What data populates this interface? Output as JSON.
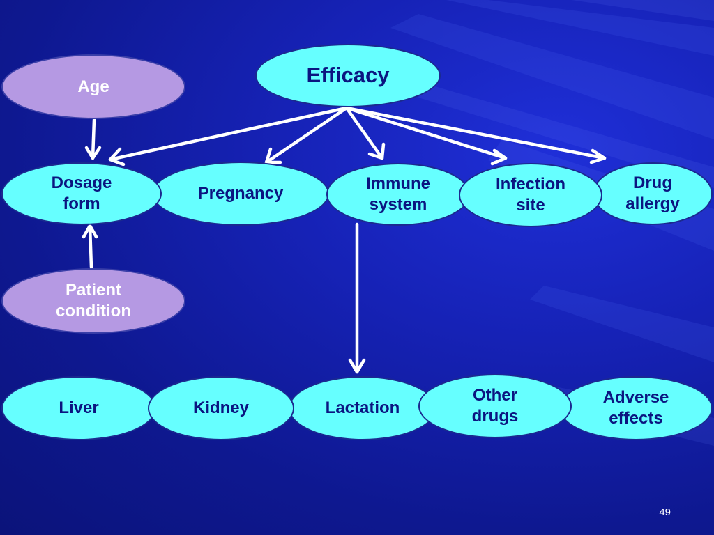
{
  "nodes": {
    "efficacy": "Efficacy",
    "age": "Age",
    "dosage_form": "Dosage\nform",
    "pregnancy": "Pregnancy",
    "immune_system": "Immune\nsystem",
    "infection_site": "Infection\nsite",
    "drug_allergy": "Drug\nallergy",
    "patient_condition": "Patient\ncondition",
    "liver": "Liver",
    "kidney": "Kidney",
    "lactation": "Lactation",
    "other_drugs": "Other\ndrugs",
    "adverse_effects": "Adverse\neffects"
  },
  "edges": [
    {
      "from": "Efficacy",
      "to": "Dosage form"
    },
    {
      "from": "Efficacy",
      "to": "Pregnancy"
    },
    {
      "from": "Efficacy",
      "to": "Immune system"
    },
    {
      "from": "Efficacy",
      "to": "Infection site"
    },
    {
      "from": "Efficacy",
      "to": "Drug allergy"
    },
    {
      "from": "Age",
      "to": "Dosage form"
    },
    {
      "from": "Patient condition",
      "to": "Dosage form"
    },
    {
      "from": "Immune system",
      "to": "Lactation"
    }
  ],
  "colors": {
    "background": "#1622b6",
    "node_fill": "#66ffff",
    "node_alt_fill": "#b599e3",
    "node_text": "#0b1580",
    "arrow": "#ffffff"
  },
  "page_number": "49"
}
